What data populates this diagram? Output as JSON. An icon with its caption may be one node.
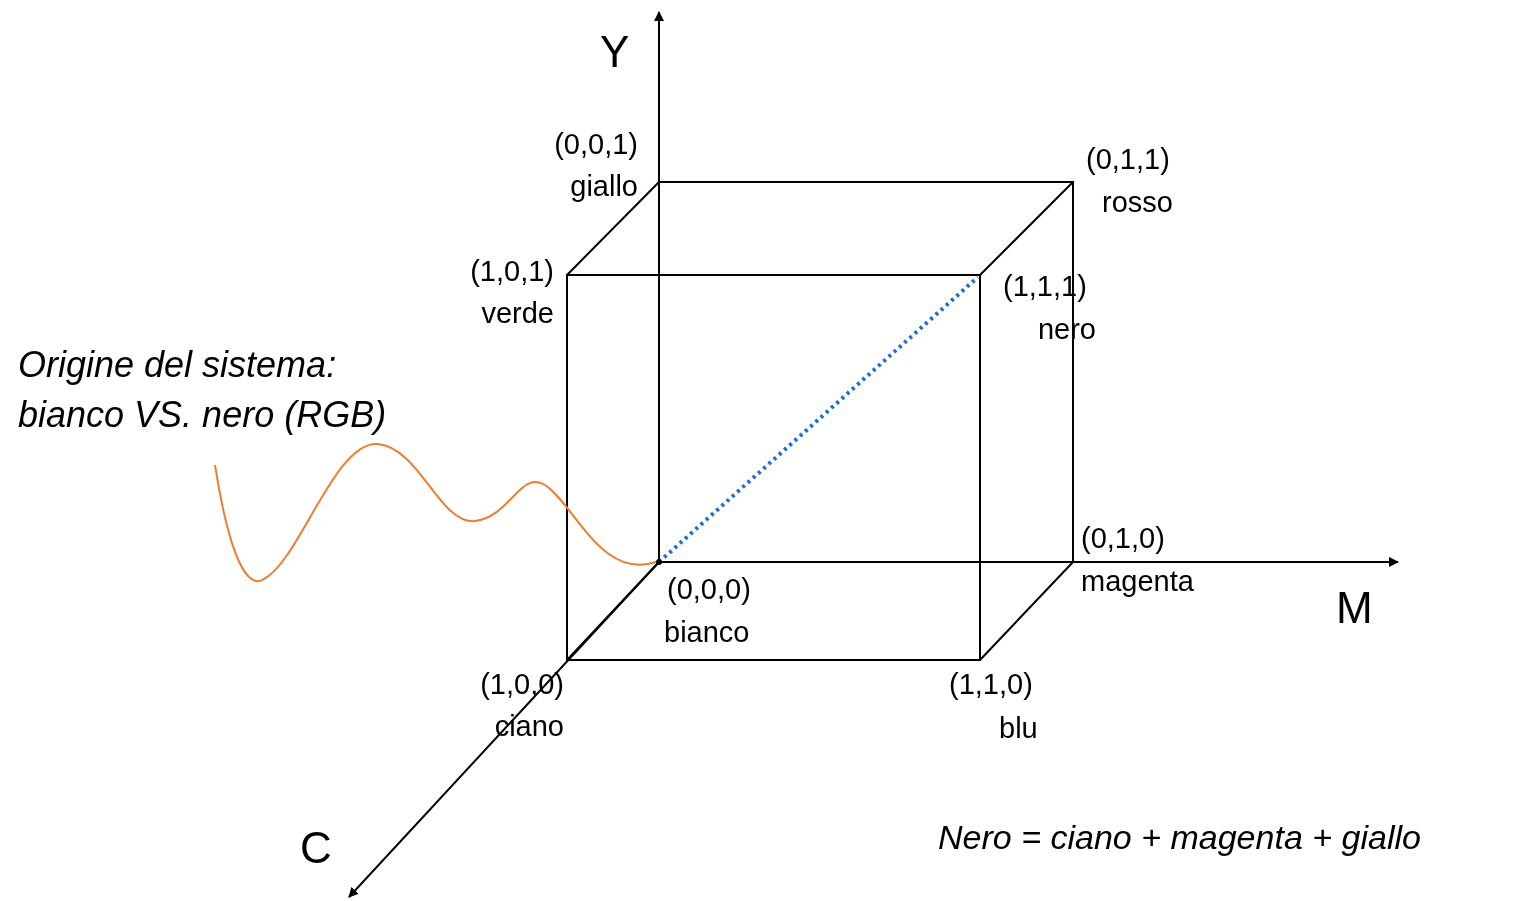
{
  "diagram": {
    "nodes": [
      {
        "text": [
          "Origine del sistema: bianco VS. nero (RGB)"
        ]
      },
      {
        "text": [],
        "shape": "point"
      }
    ],
    "edges": [
      {
        "from": 0,
        "to": 1,
        "arrow": "none"
      }
    ],
    "labels": [
      "Y",
      "(0,0,1)",
      "giallo",
      "(0,1,1)",
      "rosso",
      "(1,0,1)",
      "verde",
      "(1,1,1)",
      "nero",
      "(0,1,0)",
      "magenta",
      "(0,0,0)",
      "bianco",
      "M",
      "(1,0,0)",
      "ciano",
      "(1,1,0)",
      "blu",
      "C",
      "Nero = ciano + magenta + giallo"
    ]
  }
}
